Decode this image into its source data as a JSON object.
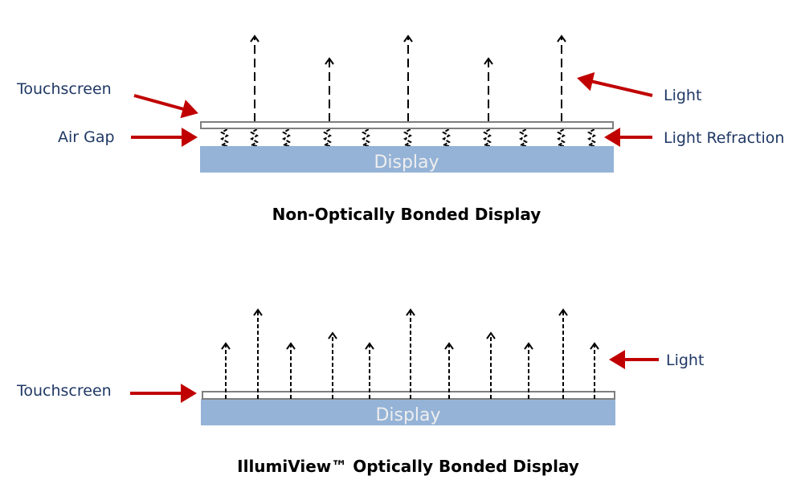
{
  "colors": {
    "display_fill": "#95B3D7",
    "touchscreen_stroke": "#7F7F7F",
    "pointer_arrow": "#C00000",
    "label_text": "#1F3864",
    "light_ray": "#000000",
    "display_text": "#EEEEEE"
  },
  "top_diagram": {
    "title": "Non-Optically Bonded Display",
    "display_label": "Display",
    "callouts": {
      "touchscreen": "Touchscreen",
      "air_gap": "Air Gap",
      "light": "Light",
      "light_refraction": "Light Refraction"
    },
    "light_rays": [
      {
        "id": 1,
        "length": "long"
      },
      {
        "id": 2,
        "length": "short"
      },
      {
        "id": 3,
        "length": "long"
      },
      {
        "id": 4,
        "length": "short"
      },
      {
        "id": 5,
        "length": "long"
      }
    ],
    "refraction_squiggle_count": 11
  },
  "bottom_diagram": {
    "title": "IllumiView™ Optically Bonded Display",
    "display_label": "Display",
    "callouts": {
      "touchscreen": "Touchscreen",
      "light": "Light"
    },
    "light_rays": [
      {
        "id": 1,
        "length": "short"
      },
      {
        "id": 2,
        "length": "long"
      },
      {
        "id": 3,
        "length": "short"
      },
      {
        "id": 4,
        "length": "medium"
      },
      {
        "id": 5,
        "length": "short"
      },
      {
        "id": 6,
        "length": "long"
      },
      {
        "id": 7,
        "length": "short"
      },
      {
        "id": 8,
        "length": "medium"
      },
      {
        "id": 9,
        "length": "short"
      },
      {
        "id": 10,
        "length": "long"
      },
      {
        "id": 11,
        "length": "short"
      }
    ]
  }
}
